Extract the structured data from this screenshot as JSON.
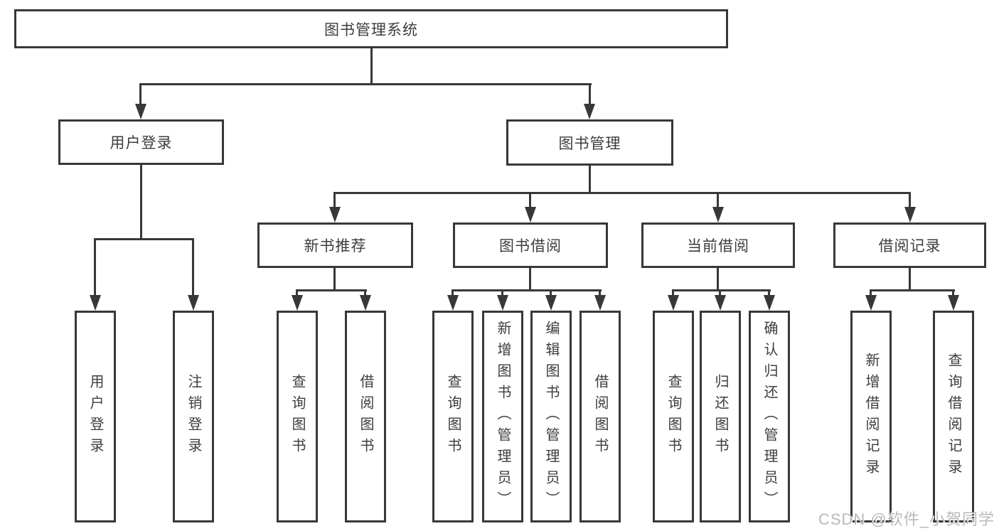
{
  "diagram": {
    "root": {
      "label": "图书管理系统"
    },
    "level1": [
      {
        "label": "用户登录"
      },
      {
        "label": "图书管理"
      }
    ],
    "level2": [
      {
        "label": "新书推荐",
        "parent": "图书管理"
      },
      {
        "label": "图书借阅",
        "parent": "图书管理"
      },
      {
        "label": "当前借阅",
        "parent": "图书管理"
      },
      {
        "label": "借阅记录",
        "parent": "图书管理"
      }
    ],
    "leaves": [
      {
        "label": "用户登录",
        "parent": "用户登录"
      },
      {
        "label": "注销登录",
        "parent": "用户登录"
      },
      {
        "label": "查询图书",
        "parent": "新书推荐"
      },
      {
        "label": "借阅图书",
        "parent": "新书推荐"
      },
      {
        "label": "查询图书",
        "parent": "图书借阅"
      },
      {
        "label": "新增图书（管理员）",
        "parent": "图书借阅"
      },
      {
        "label": "编辑图书（管理员）",
        "parent": "图书借阅"
      },
      {
        "label": "借阅图书",
        "parent": "图书借阅"
      },
      {
        "label": "查询图书",
        "parent": "当前借阅"
      },
      {
        "label": "归还图书",
        "parent": "当前借阅"
      },
      {
        "label": "确认归还（管理员）",
        "parent": "当前借阅"
      },
      {
        "label": "新增借阅记录",
        "parent": "借阅记录"
      },
      {
        "label": "查询借阅记录",
        "parent": "借阅记录"
      }
    ]
  },
  "watermark": {
    "text": "CSDN @软件_小贺同学"
  },
  "colors": {
    "line": "#383838",
    "text": "#3d3d3d",
    "box_fill": "#ffffff",
    "background": "#ffffff",
    "watermark": "#b9b9b9"
  }
}
